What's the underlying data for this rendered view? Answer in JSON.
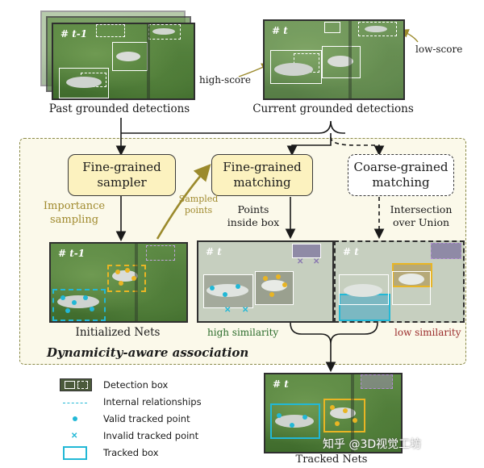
{
  "top": {
    "past_caption": "Past grounded detections",
    "current_caption": "Current grounded detections",
    "past_frame_tag": "# t-1",
    "current_frame_tag": "# t",
    "high_score": "high-score",
    "low_score": "low-score"
  },
  "association": {
    "title": "Dynamicity-aware association",
    "fine_sampler": "Fine-grained sampler",
    "fine_matching": "Fine-grained matching",
    "coarse_matching": "Coarse-grained matching",
    "importance_sampling": "Importance sampling",
    "sampled_points": "Sampled points",
    "points_inside_box": "Points inside box",
    "iou": "Intersection over Union",
    "init_frame_tag": "# t-1",
    "init_caption": "Initialized Nets",
    "fine_frame_tag": "# t",
    "coarse_frame_tag": "# t",
    "high_similarity": "high similarity",
    "low_similarity": "low similarity"
  },
  "output": {
    "frame_tag": "# t",
    "caption": "Tracked Nets"
  },
  "legend": {
    "items": [
      "Detection box",
      "Internal relationships",
      "Valid tracked point",
      "Invalid tracked point",
      "Tracked box"
    ]
  },
  "watermark": "知乎 @3D视觉工坊",
  "colors": {
    "module_fill": "#fcf2bf",
    "association_fill": "#fbf9ea",
    "association_border": "#8a8a4a",
    "olive_text": "#a08a2e",
    "olive_arrow": "#9b8a2c",
    "cyan": "#22b8d6",
    "gold": "#e9b524",
    "high_similarity": "#2a6b2a",
    "low_similarity": "#9a2b2b"
  }
}
